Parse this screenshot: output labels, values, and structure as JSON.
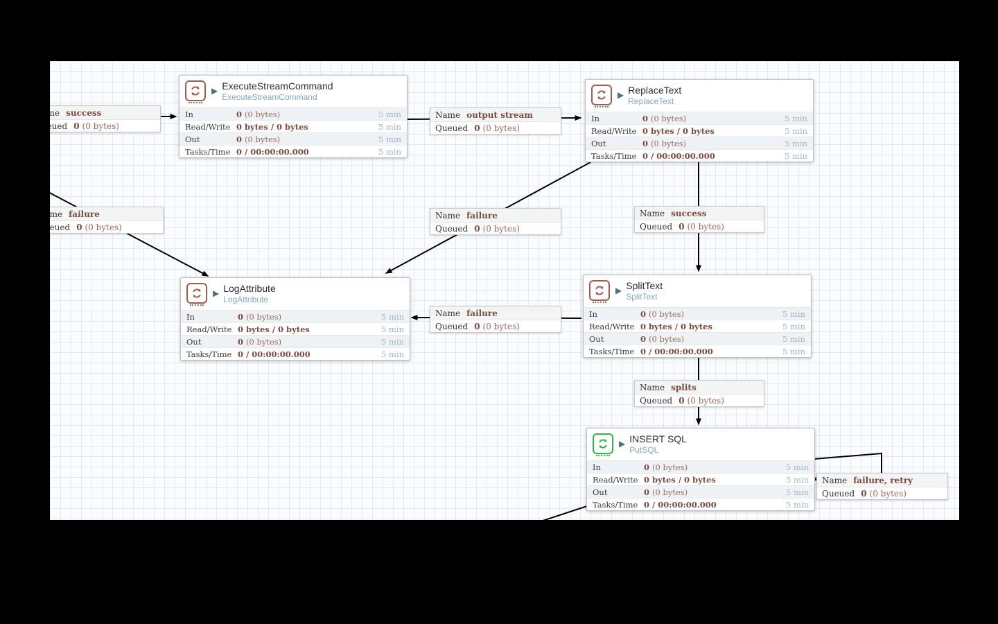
{
  "shared": {
    "name_label": "Name",
    "queued_label": "Queued",
    "row_labels": {
      "in": "In",
      "read_write": "Read/Write",
      "out": "Out",
      "tasks_time": "Tasks/Time"
    },
    "period": "5 min"
  },
  "colors": {
    "matte": "#000000",
    "canvas_bg": "#fbfcfd",
    "grid_line": "#e2e9ee",
    "icon_maroon": "#9d5c51",
    "icon_green": "#33b44a",
    "value_maroon": "#7b4b40",
    "period_blue": "#9db7c5",
    "type_subtitle_blue": "#86a8bc",
    "arrow": "#000000"
  },
  "icons": {
    "processor_glyphs": [
      "sync-icon-maroon",
      "sync-icon-maroon",
      "sync-icon-maroon",
      "sync-icon-maroon",
      "sync-icon-green"
    ],
    "run_status": "play-triangle"
  },
  "processors": [
    {
      "title": "ExecuteStreamCommand",
      "type": "ExecuteStreamCommand",
      "stats": {
        "in_main": "0",
        "in_sub": "(0 bytes)",
        "read_write_main": "0 bytes / 0 bytes",
        "out_main": "0",
        "out_sub": "(0 bytes)",
        "tasks_main": "0 / 00:00:00.000"
      }
    },
    {
      "title": "ReplaceText",
      "type": "ReplaceText",
      "stats": {
        "in_main": "0",
        "in_sub": "(0 bytes)",
        "read_write_main": "0 bytes / 0 bytes",
        "out_main": "0",
        "out_sub": "(0 bytes)",
        "tasks_main": "0 / 00:00:00.000"
      }
    },
    {
      "title": "LogAttribute",
      "type": "LogAttribute",
      "stats": {
        "in_main": "0",
        "in_sub": "(0 bytes)",
        "read_write_main": "0 bytes / 0 bytes",
        "out_main": "0",
        "out_sub": "(0 bytes)",
        "tasks_main": "0 / 00:00:00.000"
      }
    },
    {
      "title": "SplitText",
      "type": "SplitText",
      "stats": {
        "in_main": "0",
        "in_sub": "(0 bytes)",
        "read_write_main": "0 bytes / 0 bytes",
        "out_main": "0",
        "out_sub": "(0 bytes)",
        "tasks_main": "0 / 00:00:00.000"
      }
    },
    {
      "title": "INSERT SQL",
      "type": "PutSQL",
      "stats": {
        "in_main": "0",
        "in_sub": "(0 bytes)",
        "read_write_main": "0 bytes / 0 bytes",
        "out_main": "0",
        "out_sub": "(0 bytes)",
        "tasks_main": "0 / 00:00:00.000"
      }
    }
  ],
  "connections": [
    {
      "name": "success",
      "queued_main": "0",
      "queued_sub": "(0 bytes)",
      "clipped_left": true
    },
    {
      "name": "failure",
      "queued_main": "0",
      "queued_sub": "(0 bytes)",
      "clipped_left": true
    },
    {
      "name": "output stream",
      "queued_main": "0",
      "queued_sub": "(0 bytes)"
    },
    {
      "name": "failure",
      "queued_main": "0",
      "queued_sub": "(0 bytes)"
    },
    {
      "name": "success",
      "queued_main": "0",
      "queued_sub": "(0 bytes)"
    },
    {
      "name": "failure",
      "queued_main": "0",
      "queued_sub": "(0 bytes)"
    },
    {
      "name": "splits",
      "queued_main": "0",
      "queued_sub": "(0 bytes)"
    },
    {
      "name": "failure, retry",
      "queued_main": "0",
      "queued_sub": "(0 bytes)"
    }
  ]
}
